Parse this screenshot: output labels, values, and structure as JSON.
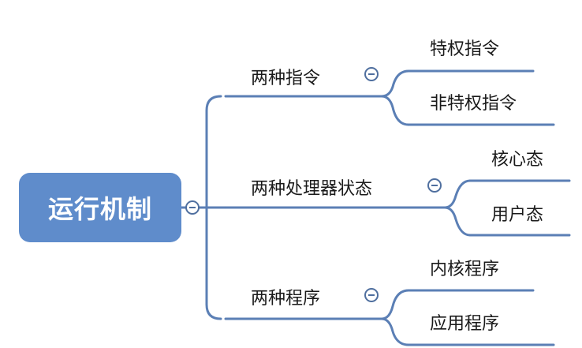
{
  "root": {
    "label": "运行机制"
  },
  "branches": [
    {
      "label": "两种指令",
      "children": [
        "特权指令",
        "非特权指令"
      ]
    },
    {
      "label": "两种处理器状态",
      "children": [
        "核心态",
        "用户态"
      ]
    },
    {
      "label": "两种程序",
      "children": [
        "内核程序",
        "应用程序"
      ]
    }
  ],
  "colors": {
    "root_fill": "#5f8ccb",
    "line": "#5b7fb5",
    "text": "#1a1a1a"
  }
}
